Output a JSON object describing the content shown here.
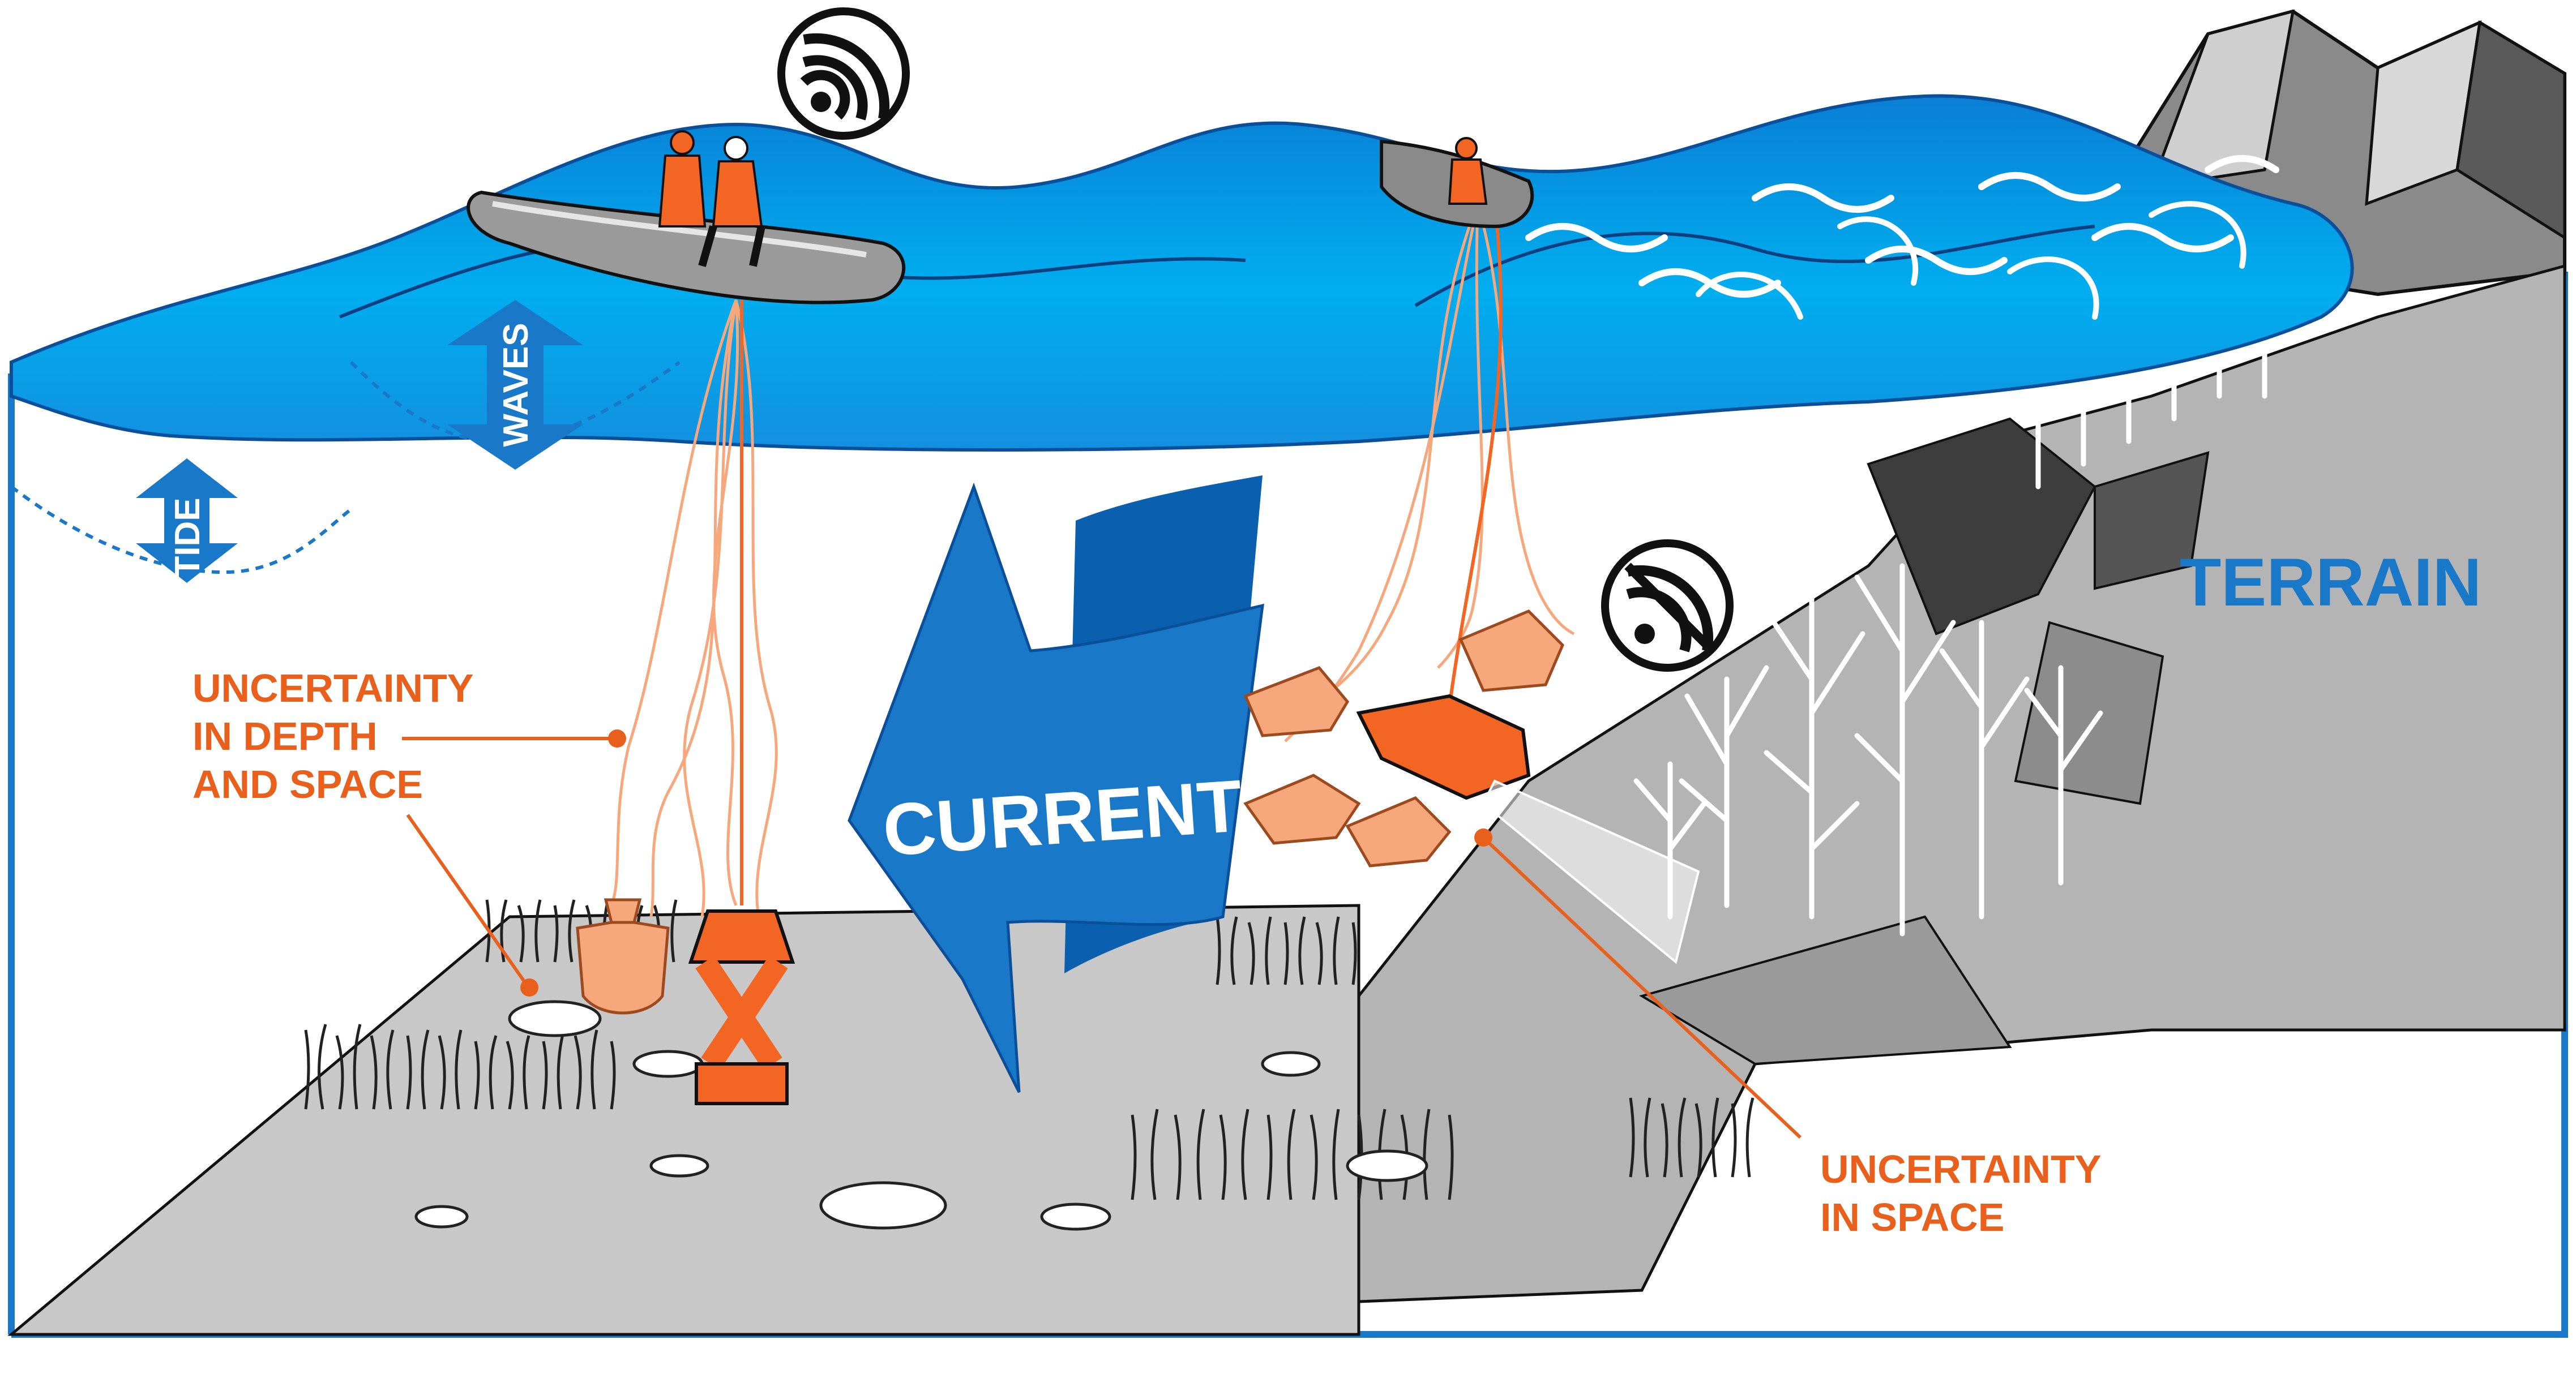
{
  "labels": {
    "tide": "TIDE",
    "waves": "WAVES",
    "current": "CURRENT",
    "terrain": "TERRAIN",
    "uncertainty_depth_space": [
      "UNCERTAINTY",
      "IN DEPTH",
      "AND SPACE"
    ],
    "uncertainty_space": [
      "UNCERTAINTY",
      "IN SPACE"
    ]
  },
  "icons": {
    "signal_on": "wifi-signal-icon",
    "signal_off": "no-signal-icon"
  },
  "colors": {
    "sea": "#00aeef",
    "sea_dark": "#0a6fc2",
    "current_arrow": "#1a78c8",
    "annotation": "#e8601c",
    "robot": "#f26522",
    "robot_light": "#f7a77c",
    "seabed": "#c8c8c8",
    "terrain_dark": "#6d6d6d",
    "frame": "#1a78c8"
  }
}
